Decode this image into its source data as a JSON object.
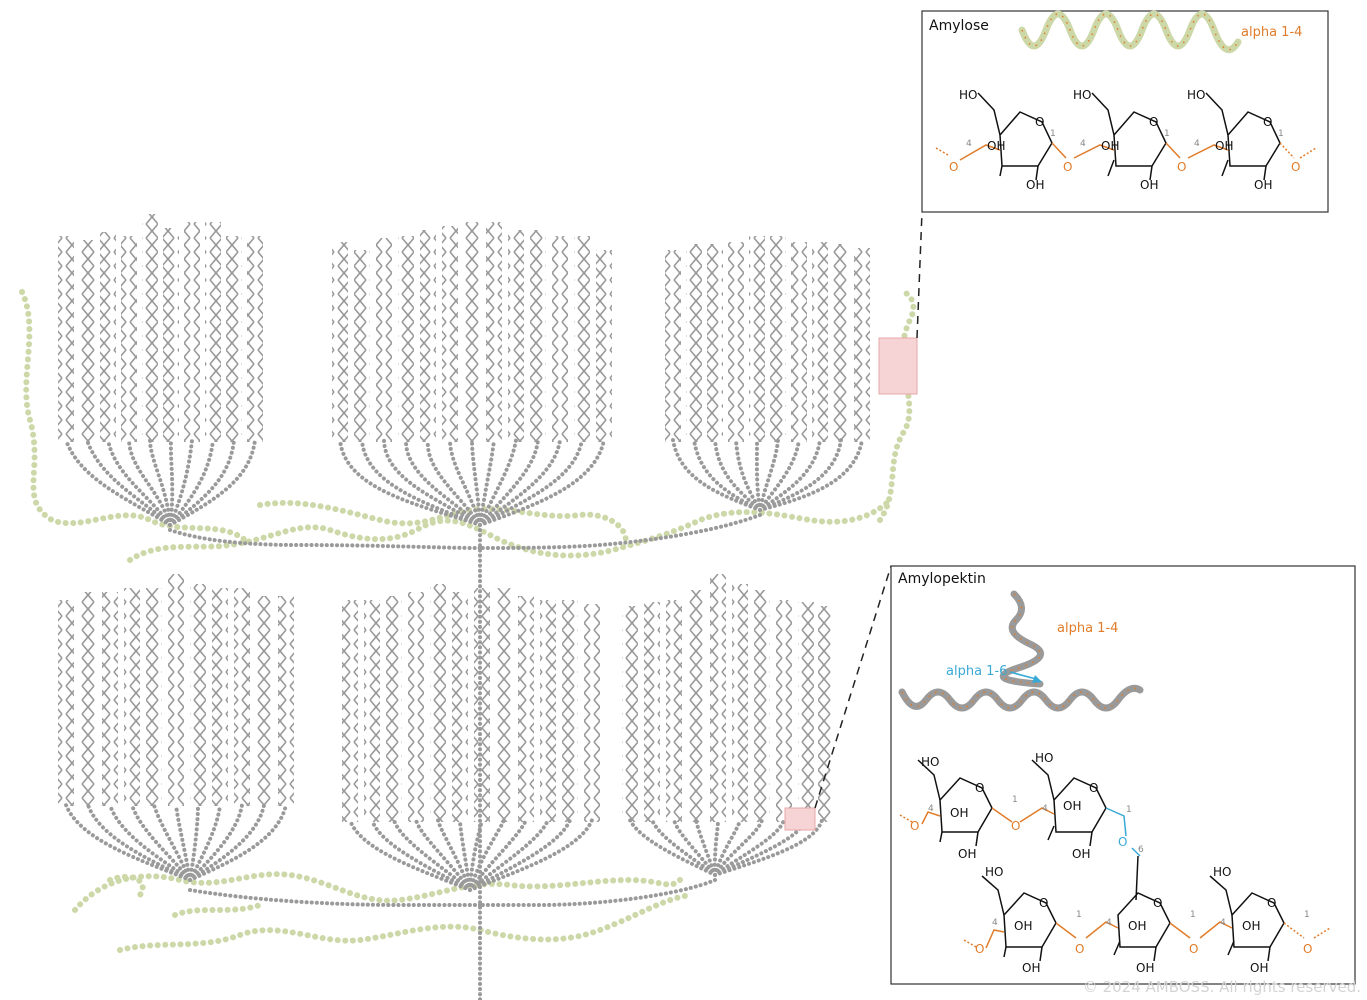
{
  "amylose": {
    "title": "Amylose",
    "bond_label": "alpha 1-4",
    "ring_labels": {
      "c4": "4",
      "c1": "1",
      "ho": "HO",
      "oh": "OH",
      "o": "O"
    }
  },
  "amylopektin": {
    "title": "Amylopektin",
    "bond_14_label": "alpha 1-4",
    "bond_16_label": "alpha 1-6",
    "ring_labels": {
      "c4": "4",
      "c1": "1",
      "c6": "6",
      "ho": "HO",
      "oh": "OH",
      "o": "O"
    }
  },
  "copyright": "© 2024 AMBOSS. All rights reserved.",
  "colors": {
    "helix": "#9a9a9a",
    "chain": "#cdd8a8",
    "chain_bead": "#d7e0b5",
    "amylose_bond": "#e07c2a",
    "branch_bond": "#39a9d6",
    "highlight": "#f6d3d4",
    "frame": "#333333"
  }
}
